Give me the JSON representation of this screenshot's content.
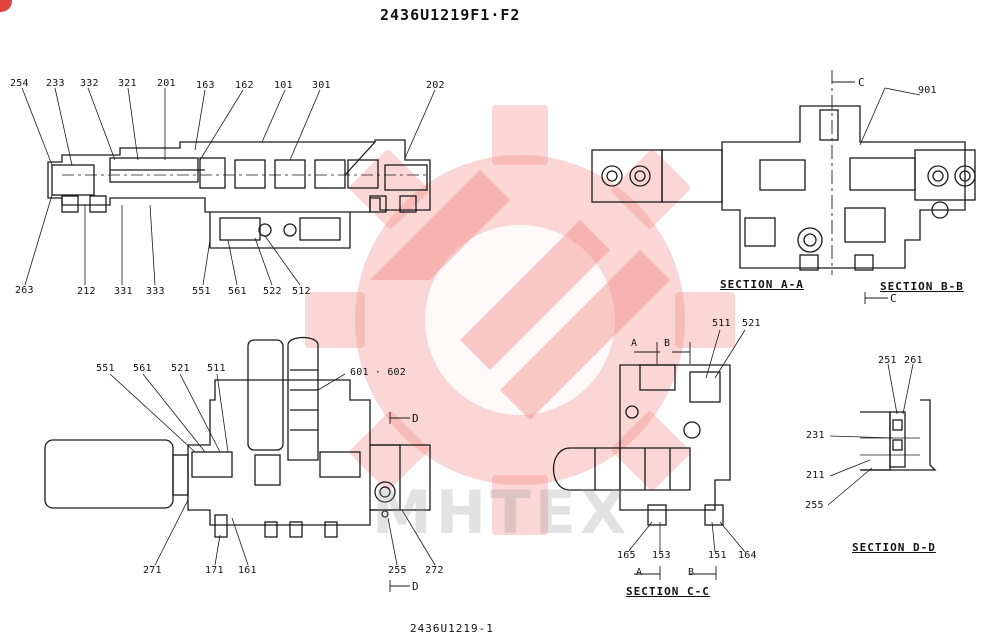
{
  "title": "2436U1219F1·F2",
  "footer": "2436U1219-1",
  "watermark": "MHTEX",
  "colors": {
    "line": "#1a1a1a",
    "watermark": "#f28a85",
    "badge": "#e0443c"
  },
  "sections": {
    "aa": "SECTION A-A",
    "bb": "SECTION B-B",
    "cc": "SECTION C-C",
    "dd": "SECTION D-D"
  },
  "cut_marks": {
    "c_top": "C",
    "c_bottom": "C",
    "d_top": "D",
    "d_bottom": "D",
    "a_top": "A",
    "b_top": "B",
    "a_bottom": "A",
    "b_bottom": "B"
  },
  "labels": {
    "top_view": [
      "254",
      "233",
      "332",
      "321",
      "201",
      "163",
      "162",
      "101",
      "301",
      "202",
      "263",
      "212",
      "331",
      "333",
      "551",
      "561",
      "522",
      "512"
    ],
    "section_bb": [
      "901"
    ],
    "bottom_view": [
      "551",
      "561",
      "521",
      "511",
      "601 · 602",
      "271",
      "171",
      "161",
      "255",
      "272"
    ],
    "section_cc": [
      "511",
      "521",
      "165",
      "153",
      "151",
      "164"
    ],
    "section_dd": [
      "251",
      "261",
      "231",
      "211",
      "255"
    ]
  }
}
